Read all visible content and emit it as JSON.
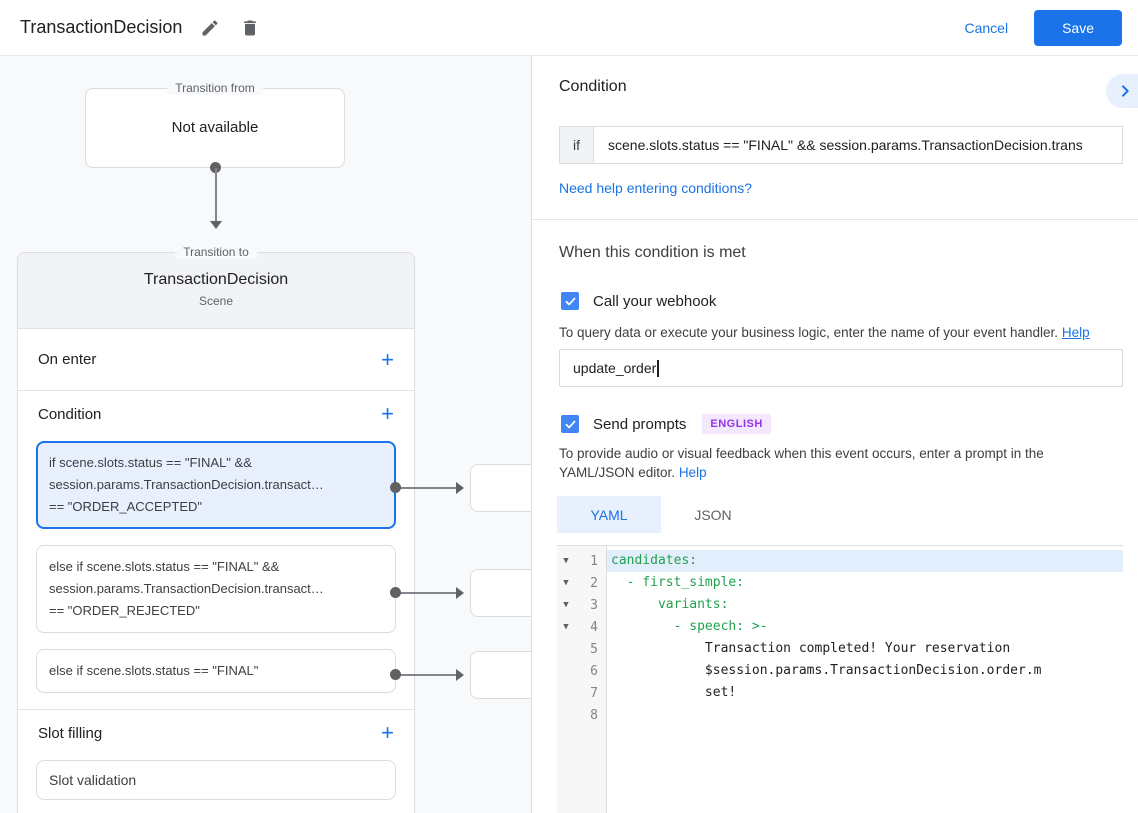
{
  "colors": {
    "accent_blue": "#1a73e8",
    "checkbox_blue": "#4285f4",
    "selected_condition_fill": "#e8f0fe",
    "code_key_green": "#22a04e",
    "badge_purple": "#9334e6",
    "badge_background": "#f3e8fd"
  },
  "topbar": {
    "title": "TransactionDecision",
    "cancel_label": "Cancel",
    "save_label": "Save"
  },
  "flow": {
    "transition_from": {
      "legend": "Transition from",
      "content": "Not available"
    },
    "transition_to": {
      "legend": "Transition to",
      "scene_name": "TransactionDecision",
      "scene_type": "Scene",
      "on_enter_label": "On enter",
      "condition_label": "Condition",
      "slot_filling_label": "Slot filling",
      "slot_validation_label": "Slot validation",
      "add_icon": "+",
      "conditions": [
        {
          "selected": true,
          "lines": [
            "if scene.slots.status == \"FINAL\" &&",
            "session.params.TransactionDecision.transact…",
            "== \"ORDER_ACCEPTED\""
          ]
        },
        {
          "selected": false,
          "lines": [
            "else if scene.slots.status == \"FINAL\" &&",
            "session.params.TransactionDecision.transact…",
            "== \"ORDER_REJECTED\""
          ]
        },
        {
          "selected": false,
          "lines": [
            "else if scene.slots.status == \"FINAL\""
          ]
        }
      ]
    }
  },
  "panel": {
    "condition": {
      "heading": "Condition",
      "if_label": "if",
      "expression": "scene.slots.status == \"FINAL\" && session.params.TransactionDecision.trans",
      "help_link": "Need help entering conditions?"
    },
    "when_met_heading": "When this condition is met",
    "webhook": {
      "label": "Call your webhook",
      "checked": true,
      "description": "To query data or execute your business logic, enter the name of your event handler.",
      "help_label": "Help",
      "value": "update_order"
    },
    "prompts": {
      "label": "Send prompts",
      "checked": true,
      "badge": "ENGLISH",
      "description": "To provide audio or visual feedback when this event occurs, enter a prompt in the YAML/JSON editor.",
      "help_label": "Help",
      "tabs": [
        {
          "label": "YAML",
          "active": true
        },
        {
          "label": "JSON",
          "active": false
        }
      ],
      "editor": {
        "lines": [
          {
            "num": 1,
            "fold": true,
            "highlight": true,
            "type": "key",
            "text": "candidates:"
          },
          {
            "num": 2,
            "fold": true,
            "highlight": false,
            "type": "key",
            "text": "  - first_simple:"
          },
          {
            "num": 3,
            "fold": true,
            "highlight": false,
            "type": "key",
            "text": "      variants:"
          },
          {
            "num": 4,
            "fold": true,
            "highlight": false,
            "type": "key",
            "text": "        - speech: >-"
          },
          {
            "num": 5,
            "fold": false,
            "highlight": false,
            "type": "text",
            "text": "            Transaction completed! Your reservation"
          },
          {
            "num": 6,
            "fold": false,
            "highlight": false,
            "type": "text",
            "text": "            $session.params.TransactionDecision.order.m"
          },
          {
            "num": 7,
            "fold": false,
            "highlight": false,
            "type": "text",
            "text": "            set!"
          },
          {
            "num": 8,
            "fold": false,
            "highlight": false,
            "type": "text",
            "text": ""
          }
        ]
      }
    }
  }
}
